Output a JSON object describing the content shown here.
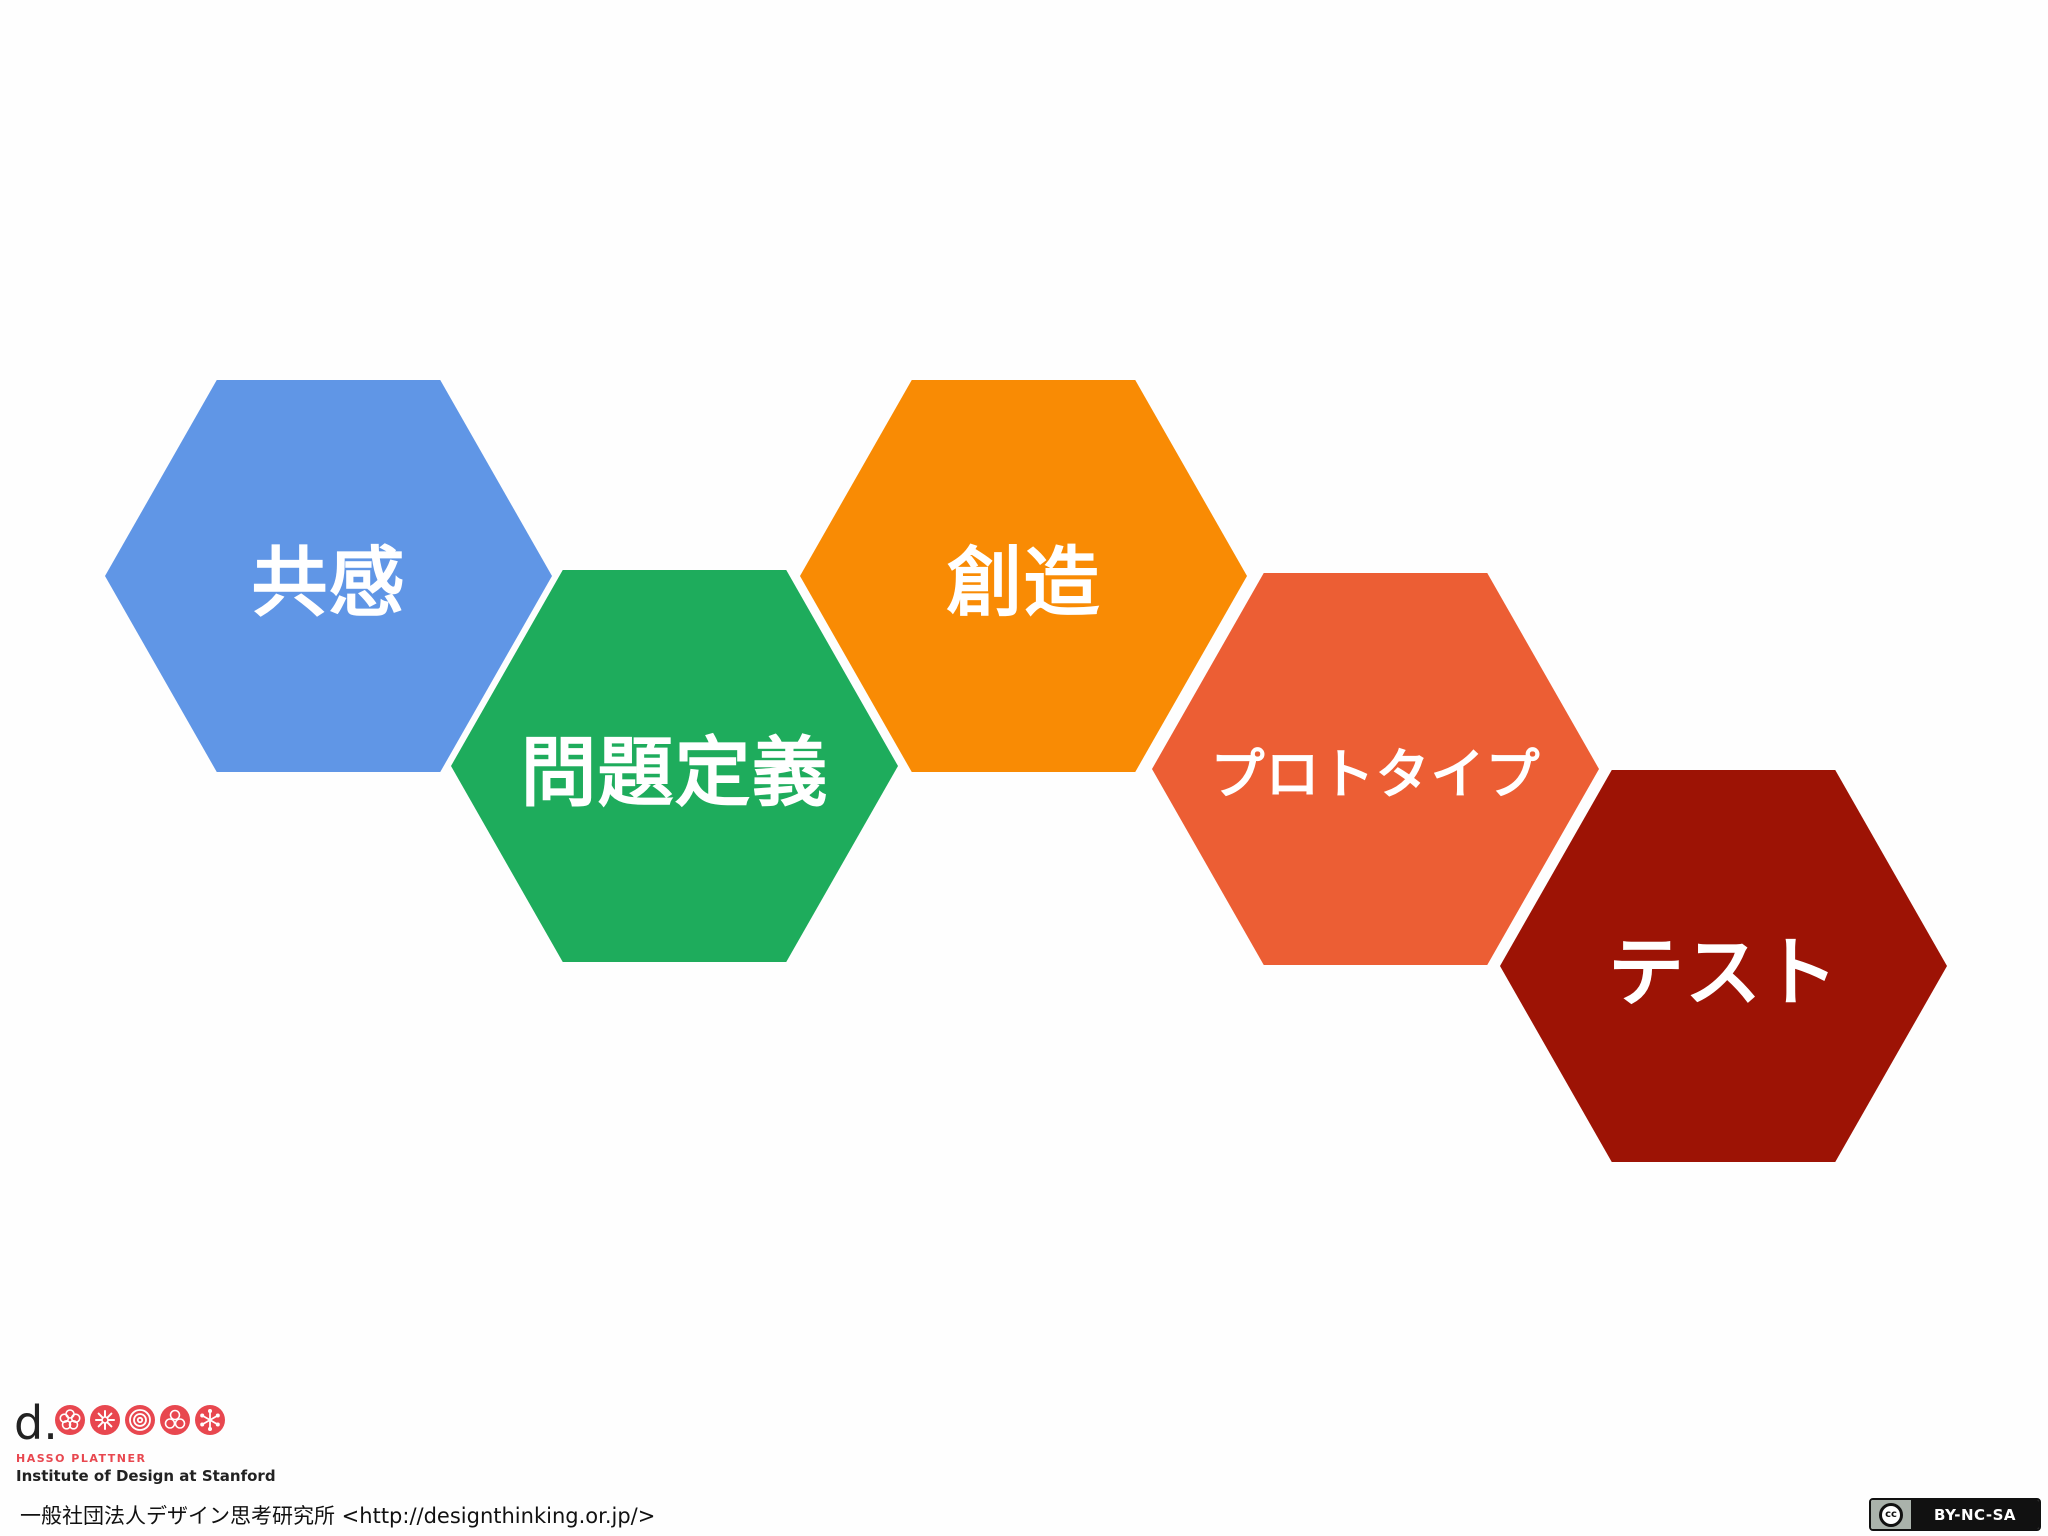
{
  "colors": {
    "background": "#fefefe",
    "empathize": "#6096e6",
    "define": "#1eac5c",
    "ideate": "#f98b04",
    "prototype": "#ec5e34",
    "test": "#9d1305",
    "logo_red": "#e8474f",
    "label": "#ffffff"
  },
  "stages": [
    {
      "label": "共感",
      "color": "#6096e6"
    },
    {
      "label": "問題定義",
      "color": "#1eac5c"
    },
    {
      "label": "創造",
      "color": "#f98b04"
    },
    {
      "label": "プロトタイプ",
      "color": "#ec5e34"
    },
    {
      "label": "テスト",
      "color": "#9d1305"
    }
  ],
  "logo": {
    "mark": "d.",
    "icons": [
      "flower-icon",
      "asterisk-icon",
      "target-icon",
      "triangle-circles-icon",
      "snowflake-icon"
    ],
    "subtitle": "HASSO PLATTNER",
    "title": "Institute of Design at Stanford"
  },
  "footer": {
    "credit": "一般社団法人デザイン思考研究所 <http://designthinking.or.jp/>"
  },
  "license": {
    "cc_mark": "cc",
    "label": "BY-NC-SA"
  }
}
